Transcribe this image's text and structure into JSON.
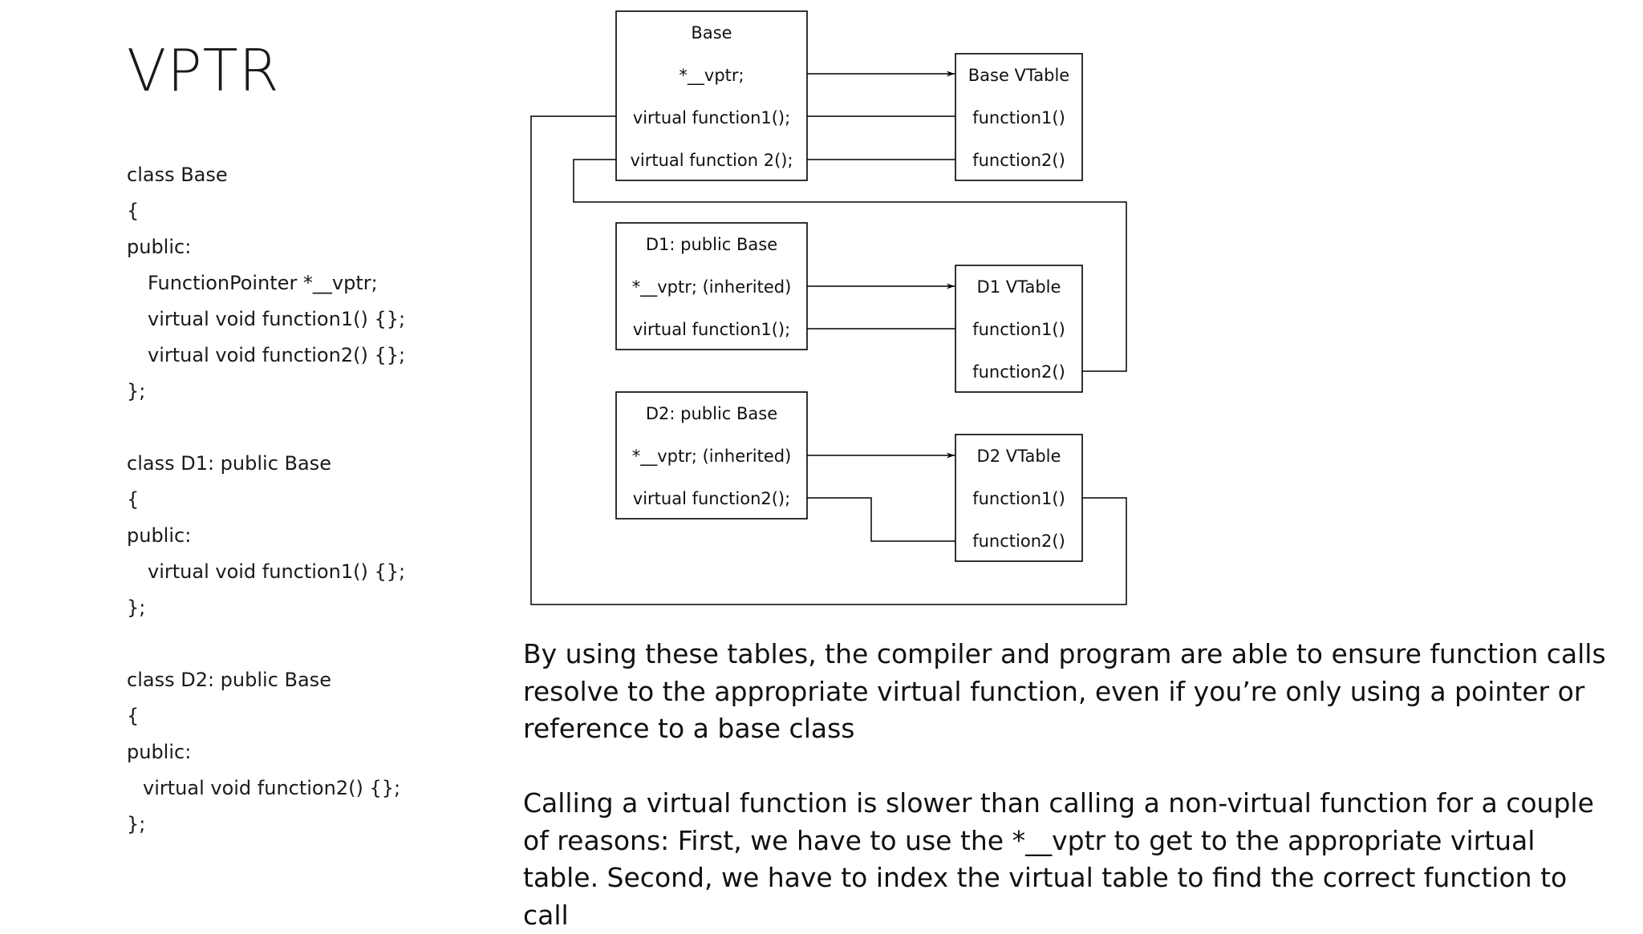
{
  "slide": {
    "title": "VPTR",
    "code": [
      {
        "text": "class Base",
        "indent": 0
      },
      {
        "text": "{",
        "indent": 0
      },
      {
        "text": "public:",
        "indent": 0
      },
      {
        "text": "FunctionPointer *__vptr;",
        "indent": 1
      },
      {
        "text": "virtual void function1() {};",
        "indent": 1
      },
      {
        "text": "virtual void function2() {};",
        "indent": 1
      },
      {
        "text": "};",
        "indent": 0
      },
      {
        "text": "",
        "indent": 0
      },
      {
        "text": "class D1: public Base",
        "indent": 0
      },
      {
        "text": "{",
        "indent": 0
      },
      {
        "text": "public:",
        "indent": 0
      },
      {
        "text": "virtual void function1() {};",
        "indent": 1
      },
      {
        "text": "};",
        "indent": 0
      },
      {
        "text": "",
        "indent": 0
      },
      {
        "text": "class D2: public Base",
        "indent": 0
      },
      {
        "text": "{",
        "indent": 0
      },
      {
        "text": "public:",
        "indent": 0
      },
      {
        "text": "virtual void function2() {};",
        "indent": 2
      },
      {
        "text": "};",
        "indent": 0
      }
    ],
    "paragraphs": [
      "By using these tables, the compiler and program are able to ensure function calls resolve to the appropriate virtual function, even if you’re only using a pointer or reference to a base class",
      "Calling a virtual function is slower than calling a non-virtual function for a couple of reasons: First, we have to use the *__vptr to get to the appropriate virtual table. Second, we have to index the virtual table to find the correct function to call"
    ]
  },
  "diagram": {
    "base_class": {
      "title": "Base",
      "vptr": "*__vptr;",
      "fn1": "virtual function1();",
      "fn2": "virtual function 2();"
    },
    "base_vtable": {
      "title": "Base VTable",
      "fn1": "function1()",
      "fn2": "function2()"
    },
    "d1_class": {
      "title": "D1: public Base",
      "vptr": "*__vptr; (inherited)",
      "fn1": "virtual function1();"
    },
    "d1_vtable": {
      "title": "D1 VTable",
      "fn1": "function1()",
      "fn2": "function2()"
    },
    "d2_class": {
      "title": "D2: public Base",
      "vptr": "*__vptr; (inherited)",
      "fn2": "virtual function2();"
    },
    "d2_vtable": {
      "title": "D2 VTable",
      "fn1": "function1()",
      "fn2": "function2()"
    }
  }
}
